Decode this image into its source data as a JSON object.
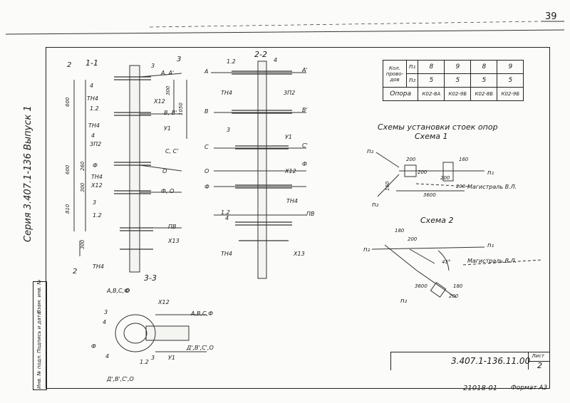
{
  "page_number": "39",
  "series_label": "Серия 3.407.1-136 Выпуск 1",
  "section_labels": {
    "s1": "1-1",
    "s2": "2-2",
    "s3": "3-3",
    "mark_2_top": "2",
    "mark_2_bottom": "2",
    "mark_3": "3"
  },
  "view1": {
    "labels": [
      "3",
      "А, А'",
      "4",
      "ТН4",
      "1.2",
      "В, В'",
      "ТН4",
      "4",
      "3П2",
      "С, С'",
      "Ф",
      "ТН4",
      "Х12",
      "О",
      "3",
      "Ф, О",
      "1.2",
      "ПВ",
      "Х13",
      "ТН4",
      "Х12",
      "У1"
    ],
    "dims": [
      "600",
      "600",
      "810",
      "300",
      "1050",
      "300",
      "260",
      "300"
    ]
  },
  "view2": {
    "labels": [
      "1.2",
      "4",
      "А",
      "А'",
      "ТН4",
      "3П2",
      "В",
      "В'",
      "3",
      "У1",
      "С",
      "С'",
      "О",
      "Х12",
      "Ф",
      "Ф",
      "ТН4",
      "1.2",
      "4",
      "ПВ",
      "ТН4",
      "Х13"
    ]
  },
  "view3": {
    "labels": [
      "А,В,С,Ф",
      "О",
      "Х12",
      "3",
      "4",
      "А,В,С,Ф",
      "Ф",
      "4",
      "1.2",
      "3",
      "У1",
      "Д',В',С',О",
      "Д',В',С',О"
    ]
  },
  "table": {
    "row1_label": "Кол. прово- дов",
    "n1": "n₁",
    "n2": "n₂",
    "n1_values": [
      "8",
      "9",
      "8",
      "9"
    ],
    "n2_values": [
      "5",
      "5",
      "5",
      "5"
    ],
    "support_label": "Опора",
    "supports": [
      "К02-8А",
      "К02-9Б",
      "К02-8Б",
      "К02-9Б"
    ]
  },
  "schemes": {
    "title": "Схемы установки стоек опор",
    "scheme1": "Схема 1",
    "scheme2": "Схема 2",
    "s1_labels": [
      "n₂",
      "n₂",
      "n₁",
      "200",
      "200",
      "160",
      "200",
      "3600",
      "200",
      "160",
      "Магистраль В.Л."
    ],
    "s2_labels": [
      "n₂",
      "n₂",
      "n₁",
      "180",
      "200",
      "45°",
      "3600",
      "180",
      "200",
      "Магистраль В.Л."
    ]
  },
  "side_stamp": [
    "Инв. № подл.",
    "Подпись и дата",
    "Взам. инв. №"
  ],
  "doc_code": "3.407.1-136.11.00",
  "sheet_label": "Лист",
  "sheet_number": "2",
  "footer_number": "21018-01",
  "format": "Формат А3"
}
